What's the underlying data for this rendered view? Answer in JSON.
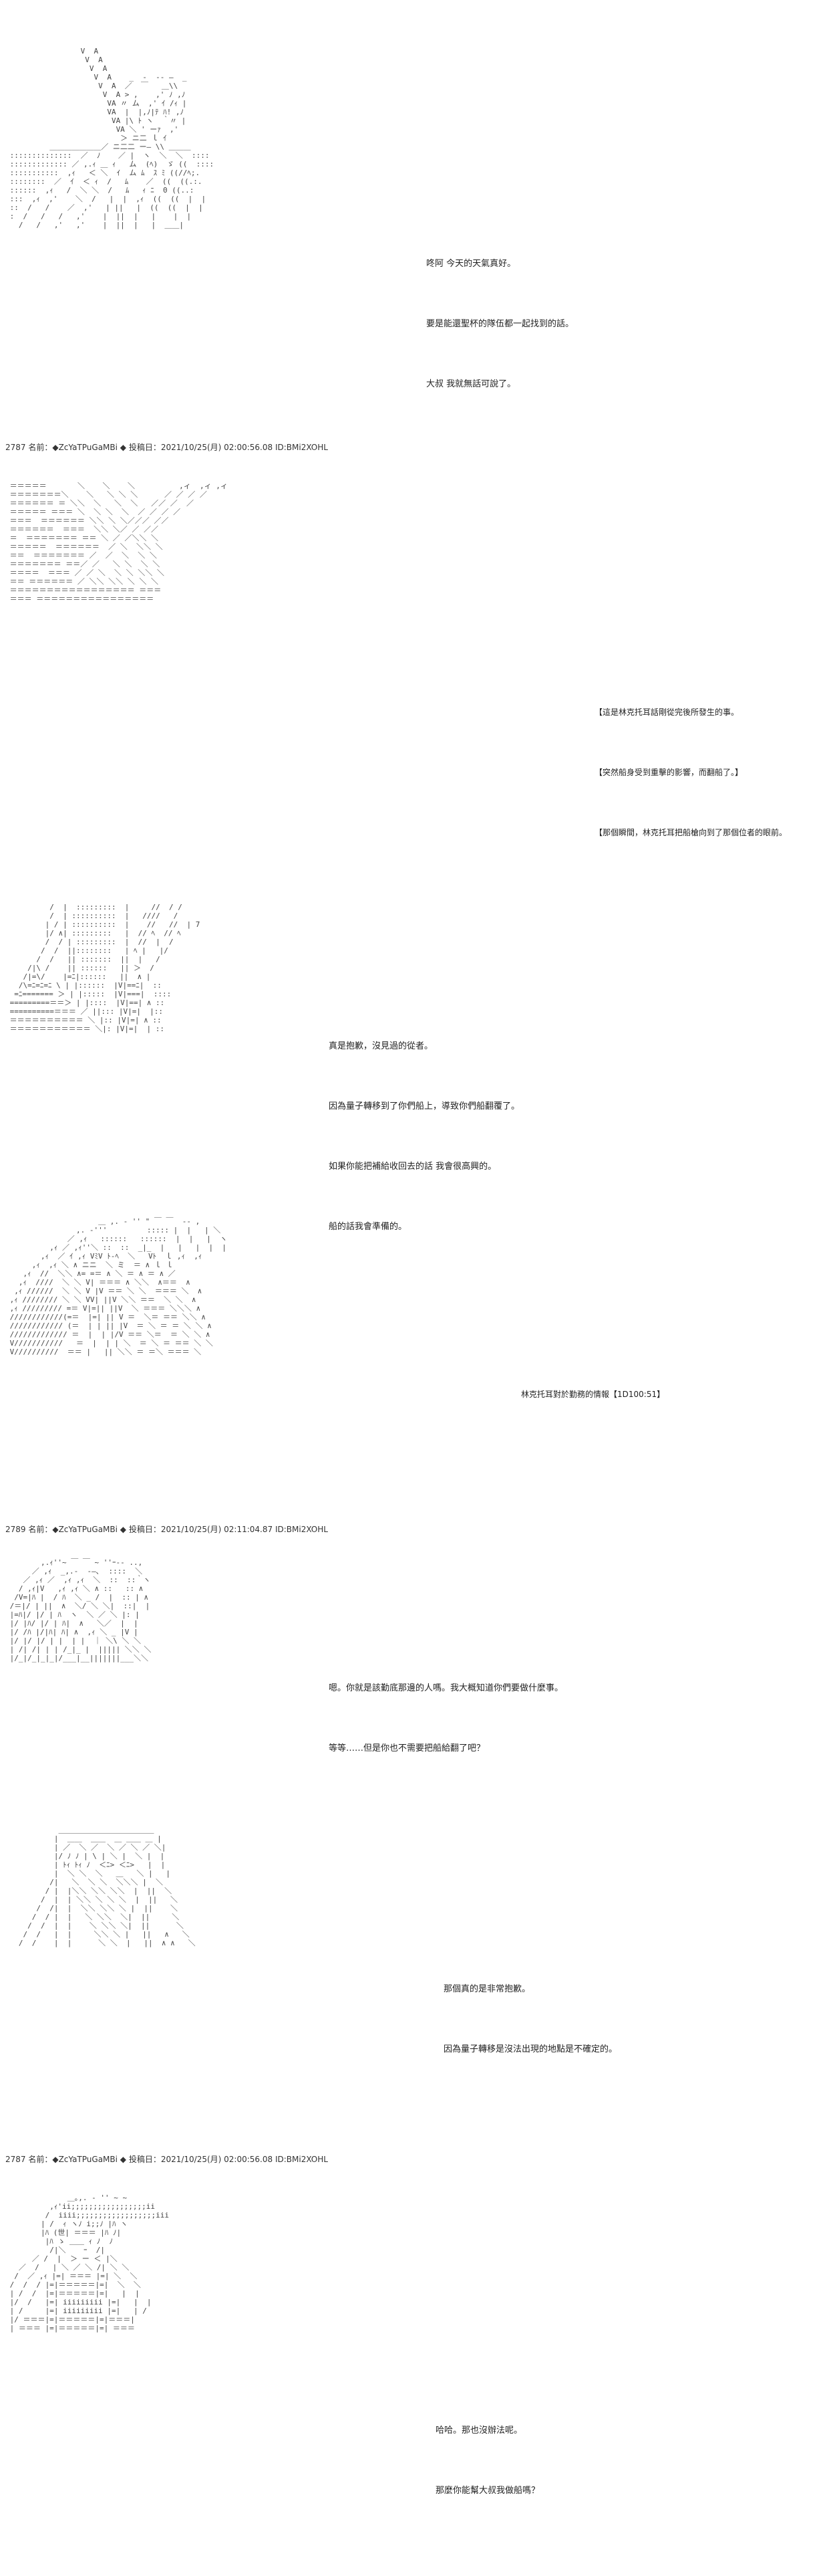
{
  "panels": [
    {
      "id": "p1",
      "art": "                 V  A\n                  V  A\n                   V  A\n                    V  A    _  -  -- ―  _\n                     V  A  ／  ￣   ＿\\\\\n                      V  A > ,    ,' ﾉ ,ﾉ\n                       VA 〃 ム  ,' ｲ /ｨ |\n                       VA  |  |,ﾉ|ﾃ ﾊ! ,ﾉ\n                        VA |\\ ﾄ ヽ  ｀〃 |\n                         VA ＼ ' ーｧ  ,'\n                          ＞ ニ二 ｌ ｲ\n          ＿＿＿＿＿＿＿／ ニ二二 ー― \\\\ ＿＿＿\n ::::::::::::::  ／  ﾉ    ／ |  ヽ  ＼  ＼  ::::\n ::::::::::::: ／ ,.ｨ ＿ ｨ   ム  (ﾍ)  ゞ ((  ::::\n :::::::::::  ,ｨ   ＜ ＼  ｲ  ム ﾑ  ｽ ﾐ ((//ﾍ;.\n ::::::::  ／  ｲ  ＜ ｨ  /   ﾑ    ／  ((  ((.:.\n ::::::  ,ｨ   /  ＼ ＼  /   ﾑ   ｨ ﾆ  0 ((..:\n :::  ,ｨ  ,'    ＼  /   |  |  ,ｨ  ((  ((  |  |\n ::  /   /    ／  ,'   | ||   |  ((  ((  |  |\n :  /   /   /   ,'    |  ||  |   |    |  | \n   /   /   ,'   ,'    |  ||  |   |  ＿＿|  ",
      "dialog": [
        "咚阿 今天的天氣真好。",
        "要是能還聖杯的隊伍都一起找到的話。",
        "大叔 我就無話可說了。"
      ],
      "header": "2787 名前：◆ZcYaTPuGaMBi ◆ 投稿日：2021/10/25(月) 02:00:56.08 ID:BMi2XOHL"
    },
    {
      "id": "p2",
      "art": " ＝＝＝＝＝       ＼    ＼    ＼          ,ィ  ,ィ ,ィ\n ＝＝＝＝＝＝＝＼    ＼   ＼ ＼ ＼      ／ ／ ／ ／\n ＝＝＝＝＝＝ ＝ ＼＼  ＼   ＼  ＼   ／／ ／  ／\n ＝＝＝＝＝ ＝＝＝ ＼  ＼ ＼  ＼  ／ ／ ／ ／\n ＝＝＝  ＝＝＝＝＝＝ ＼＼ ＼ ＼／／／ ／／\n ＝＝＝＝＝＝  ＝＝＝  ＼＼ ＼／ ／ ／／\n ＝  ＝＝＝＝＝＝＝ ＝＝ ＼ ／ ／＼＼ ＼\n ＝＝＝＝＝  ＝＝＝＝＝＝  ／ ＼  ＼＼ ＼\n ＝＝  ＝＝＝＝＝＝＝ ／  ／  ＼  ＼ ＼\n ＝＝＝＝＝＝＝ ＝＝／ ／   ＼ ＼  ＼ ＼\n ＝＝＝＝  ＝＝＝ ／ ／ ＼  ＼ ＼ ＼＼ ＼\n ＝＝ ＝＝＝＝＝＝ ／ ＼＼ ＼＼ ＼ ＼ ＼\n ＝＝＝＝＝＝＝＝＝＝＝＝＝＝＝＝＝ ＝＝＝\n ＝＝＝ ＝＝＝＝＝＝＝＝＝＝＝＝＝＝＝＝",
      "dialog": [
        "【這是林克托耳話剛從完後所發生的事。",
        "【突然船身受到重擊的影響，而翻船了。】",
        "【那個瞬間，林克托耳把船槍向到了那個位者的眼前。"
      ],
      "header": ""
    },
    {
      "id": "p3",
      "art": "          /  |  :::::::::  |     //  / /\n          /  | ::::::::::  |   ////   /\n         | / | ::::::::::  |    //   //  | 7\n         |/ ∧| :::::::::   |  // ﾍ  // ﾍ\n         /  / | :::::::::  |  //  |  /\n        /  /  ||::::::::   | ﾍ |   |/\n       /  /   || :::::::  ||  |   / \n     /|\\ /    || ::::::   || ＞  /\n    /|=\\/    |=ﾆ|::::::   ||  ∧ |\n   /\\=ﾆ=ﾆ=ﾆ \\ | |::::::  |V|==ﾆ|  ::\n  =ﾆ======= ＞ | |:::::  |V|===|  ::::\n =========＝＝＞ | |::::  |V|==| ∧ :: \n ==========＝＝＝ ／ ||::: |V|=|  |::\n ＝＝＝＝＝＝＝＝＝＝ ＼ |:: |V|=| ∧ ::\n ＝＝＝＝＝＝＝＝＝＝＝ ＼|: |V|=|  | ::",
      "dialog": [
        "真是抱歉，沒見過的從者。",
        "因為量子轉移到了你們船上，導致你們船翻覆了。",
        "如果你能把補給收回去的話 我會很高興的。",
        "船的話我會準備的。"
      ],
      "header": ""
    },
    {
      "id": "p4",
      "art": "                     ＿ ,. ‐ '' \" ￣ ￣  ‐- ,\n                ,. ‐'''         ::::: |  |   | ＼\n              ／ ,ｨ   ::::::   ::::::  |  |   |  ヽ\n          ,ｨ ／ ,ｨ''＼ ::  ::  _|_  |   |   |  |  |\n        ,ｨ  ／ ｲ ,ｨ VﾐV ﾄ-ﾍ  ＼   Vﾄ  ｌ ,ｨ  ,ｨ\n      ,ｨ  ,ｨ ＼ ∧ ニニ  ＼ ミ  ＝ ∧ ｌ ｌ\n    ,ｨ  //  ＼＼ ∧= =＝ ∧ ＼ ＝ ∧ ＝ ∧ ／\n   ,ｨ  ////  ＼ ＼ V| ＝＝＝ ∧ ＼＼  ∧＝＝  ∧\n  ,ｨ //////  ＼ ＼ V |V ＝＝ ＼ ＼  ＝＝＝ ＼  ∧\n ,ｨ //////// ＼ ＼ VV| ||V ＼＼ ＝＝  ＼ ＼  ∧\n ,ｨ ///////// =＝ V|=|| ||V  ＼ ＝＝＝ ＼＼＼ ∧\n ////////////(=＝  |=| || V ＝  ＼＝ ＝＝ ＼＼ ∧\n //////////// (＝  | | || |V  ＝ ＼ ＝ ＝ ＼ ＼ ∧\n ///////////// ＝  |  | |/V ＝＝ ＼＝  ＝ ＼ ＼ ∧\n V///////////   ＝  |  | | ＼  ＝ ＼ ＝ ＝＝ ＼ ＼\n V//////////  ＝＝ |   || ＼＼ ＝ ＝＼ ＝＝＝ ＼",
      "dialog": [
        "林克托耳對於勤務的情報【1D100:51】"
      ],
      "header": "2789 名前：◆ZcYaTPuGaMBi ◆ 投稿日：2021/10/25(月) 02:11:04.87 ID:BMi2XOHL"
    },
    {
      "id": "p5",
      "art": "        ,.ｨ''~ ￣ ￣ ~ ''ｰ-- ..,\n      ／ ,ｨ  _,.-  -―､  ::::  ＼\n    ／ ,ｨ ／  ,ｨ ,ｨ  ＼  ::  ::｀ヽ\n   / ,ｨ|V   ,ｨ ,ｨ ＼ ∧ ::   :: ∧\n  /V=|ﾊ |  / ﾊ  ＼ _ /  |  :: | ∧\n /＝|/ | ||  ∧  ＼/ ＼ ＼|  ::|  |\n |=ﾊ|/ |/ | ﾊ  ヽ  ＼ ／ ＼ |: |\n |/ |ﾊ/ |/ | ﾊ|  ∧   ＼／  |  |\n |/ /ﾊ |/|ﾊ| ﾊ| ∧  ,ｨ ＼ _ |V |\n |/ |/ |/ | |  | |  ｜ ＼\\ ＼ ＼\n | /| /| | | /_|_ |  ||||| ＼＼ ＼\n |/_|/_|_|_|/___|__|||||||___＼＼",
      "dialog": [
        "嗯。你就是該勤底那邊的人嗎。我大概知道你們要做什麼事。",
        "等等……但是你也不需要把船給翻了吧？"
      ],
      "header": ""
    },
    {
      "id": "p6",
      "art": "            ＿＿＿＿＿＿＿＿＿＿＿＿＿\n           |  ＿＿  ＿＿  ＿ ＿＿ ＿ |\n           | ／  ＼ ／  ＼ ／ ＼ ／ ＼|\n           |/ ﾉ ﾉ | \\ | ＼ |  ＼ |  |\n           | ﾄｨ ﾄｨ ﾉ  ＜ﾆ> ＜ﾆ>   |  |\n           |  ＼ ＼  ＼   ＿   ＼ |   |\n          /|   ＼  ＼ ＼  ＼＼＼ |  ＼\n         / |  |＼＼ ＼＼ ＼＼  |  ||  ＼\n        /  |  | ＼＼ ＼ ＼ ＼  |  ||   ＼\n       /  /|  |  ＼＼ ＼＼ ＼ |  ||    ＼\n      /  / |  |   ＼ ＼＼  ＼|  ||     ＼\n     /  /  |  |    ＼ ＼＼ ＼|  ||      ＼\n    /  /   |  |     ＼＼ ＼ |   ||   ∧   ＼\n   /  /    |  |      ＼ ＼  |   ||  ∧ ∧   ＼",
      "dialog": [
        "那個真的是非常抱歉。",
        "因為量子轉移是沒法出現的地點是不確定的。"
      ],
      "header": "2787 名前：◆ZcYaTPuGaMBi ◆ 投稿日：2021/10/25(月) 02:00:56.08 ID:BMi2XOHL"
    },
    {
      "id": "p7",
      "art": "              ＿｡,. ‐ '' ~ ~\n          ,ｨ'ii;;;;;;;;;;;;;;;;;ii\n         /  iiii;;;;;;;;;;;;;;;;;;iii\n        | /  ｨ ヽﾉ i;;ﾉ |ﾊ ヽ\n        |ﾊ (世| ＝＝＝ |ﾊ ﾉ|\n         |ﾊ ゝ ＿＿ ｨ ﾉ  ﾉ\n          /|＼    ｰ  /|\n      ／ /  |  ＞ ー ＜ |＼\n   ／  /   | ＼ ／ ＼ /| ＼ ＼\n  /  ／ ,ｨ |=| ＝＝＝ |=| ＼  ＼\n /  /  / |=|＝＝＝＝＝|=|  ＼  ＼\n | /  /  |=|＝＝＝＝＝|=|   |  |\n |/  /   |=| iiiiiiiii |=|   |  |\n | /     |=| iiiiiiiii |=|   | /\n |/ ＝＝＝|=|＝＝＝＝＝|=|＝＝＝|\n | ＝＝＝ |=|＝＝＝＝＝|=| ＝＝＝",
      "dialog": [
        "哈哈。那也沒辦法呢。",
        "那麼你能幫大叔我做船嗎？"
      ],
      "header": ""
    }
  ]
}
